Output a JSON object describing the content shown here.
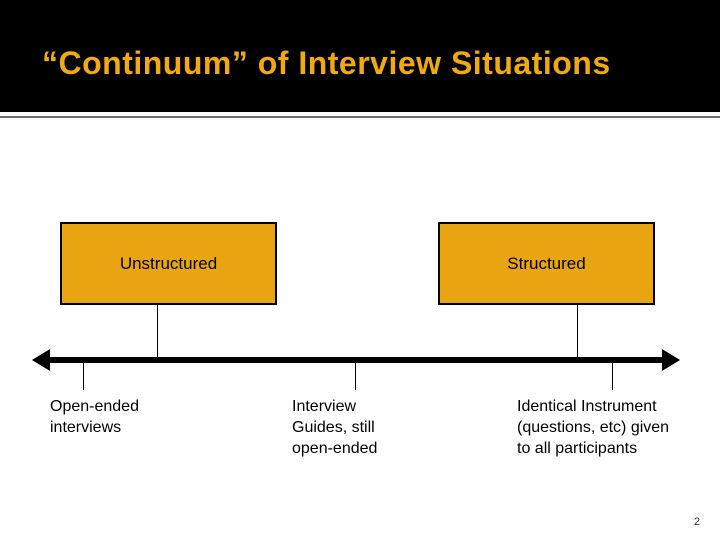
{
  "slide": {
    "title": "“Continuum” of Interview Situations",
    "page_number": "2"
  },
  "colors": {
    "header_bg": "#000000",
    "title_gold": "#f2a90e",
    "box_fill": "#e9a511",
    "box_border": "#000000",
    "rule_gray": "#6f6f6f",
    "text_black": "#000000",
    "page_num": "#333333"
  },
  "continuum": {
    "boxes": [
      {
        "label": "Unstructured"
      },
      {
        "label": "Structured"
      }
    ],
    "labels": [
      {
        "lines": [
          "Open-ended",
          "interviews"
        ]
      },
      {
        "lines": [
          "Interview",
          "Guides, still",
          "open-ended"
        ]
      },
      {
        "lines": [
          "Identical Instrument",
          "(questions, etc) given",
          "to all participants"
        ]
      }
    ]
  }
}
